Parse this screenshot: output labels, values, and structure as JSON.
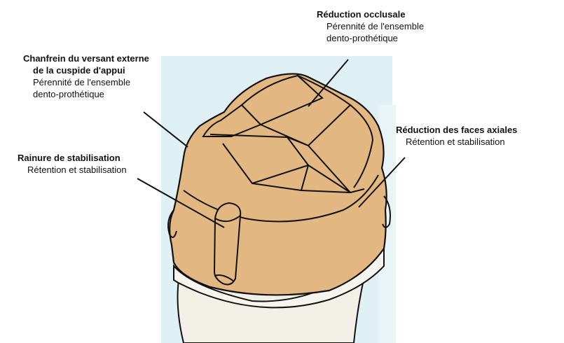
{
  "labels": {
    "occlusal": {
      "title": "Réduction occlusale",
      "subtitle_line1": "Pérennité de l'ensemble",
      "subtitle_line2": "dento-prothétique"
    },
    "chanfrein": {
      "title_line1": "Chanfrein du versant externe",
      "title_line2": "de la cuspide d'appui",
      "subtitle_line1": "Pérennité de l'ensemble",
      "subtitle_line2": "dento-prothétique"
    },
    "axial": {
      "title": "Réduction des faces axiales",
      "subtitle": "Rétention et stabilisation"
    },
    "rainure": {
      "title": "Rainure de stabilisation",
      "subtitle": "Rétention et stabilisation"
    }
  },
  "colors": {
    "tooth": "#e3b781",
    "background_panel": "#dff0f4",
    "gum_band": "#f6f4ee",
    "outline": "#111111"
  }
}
